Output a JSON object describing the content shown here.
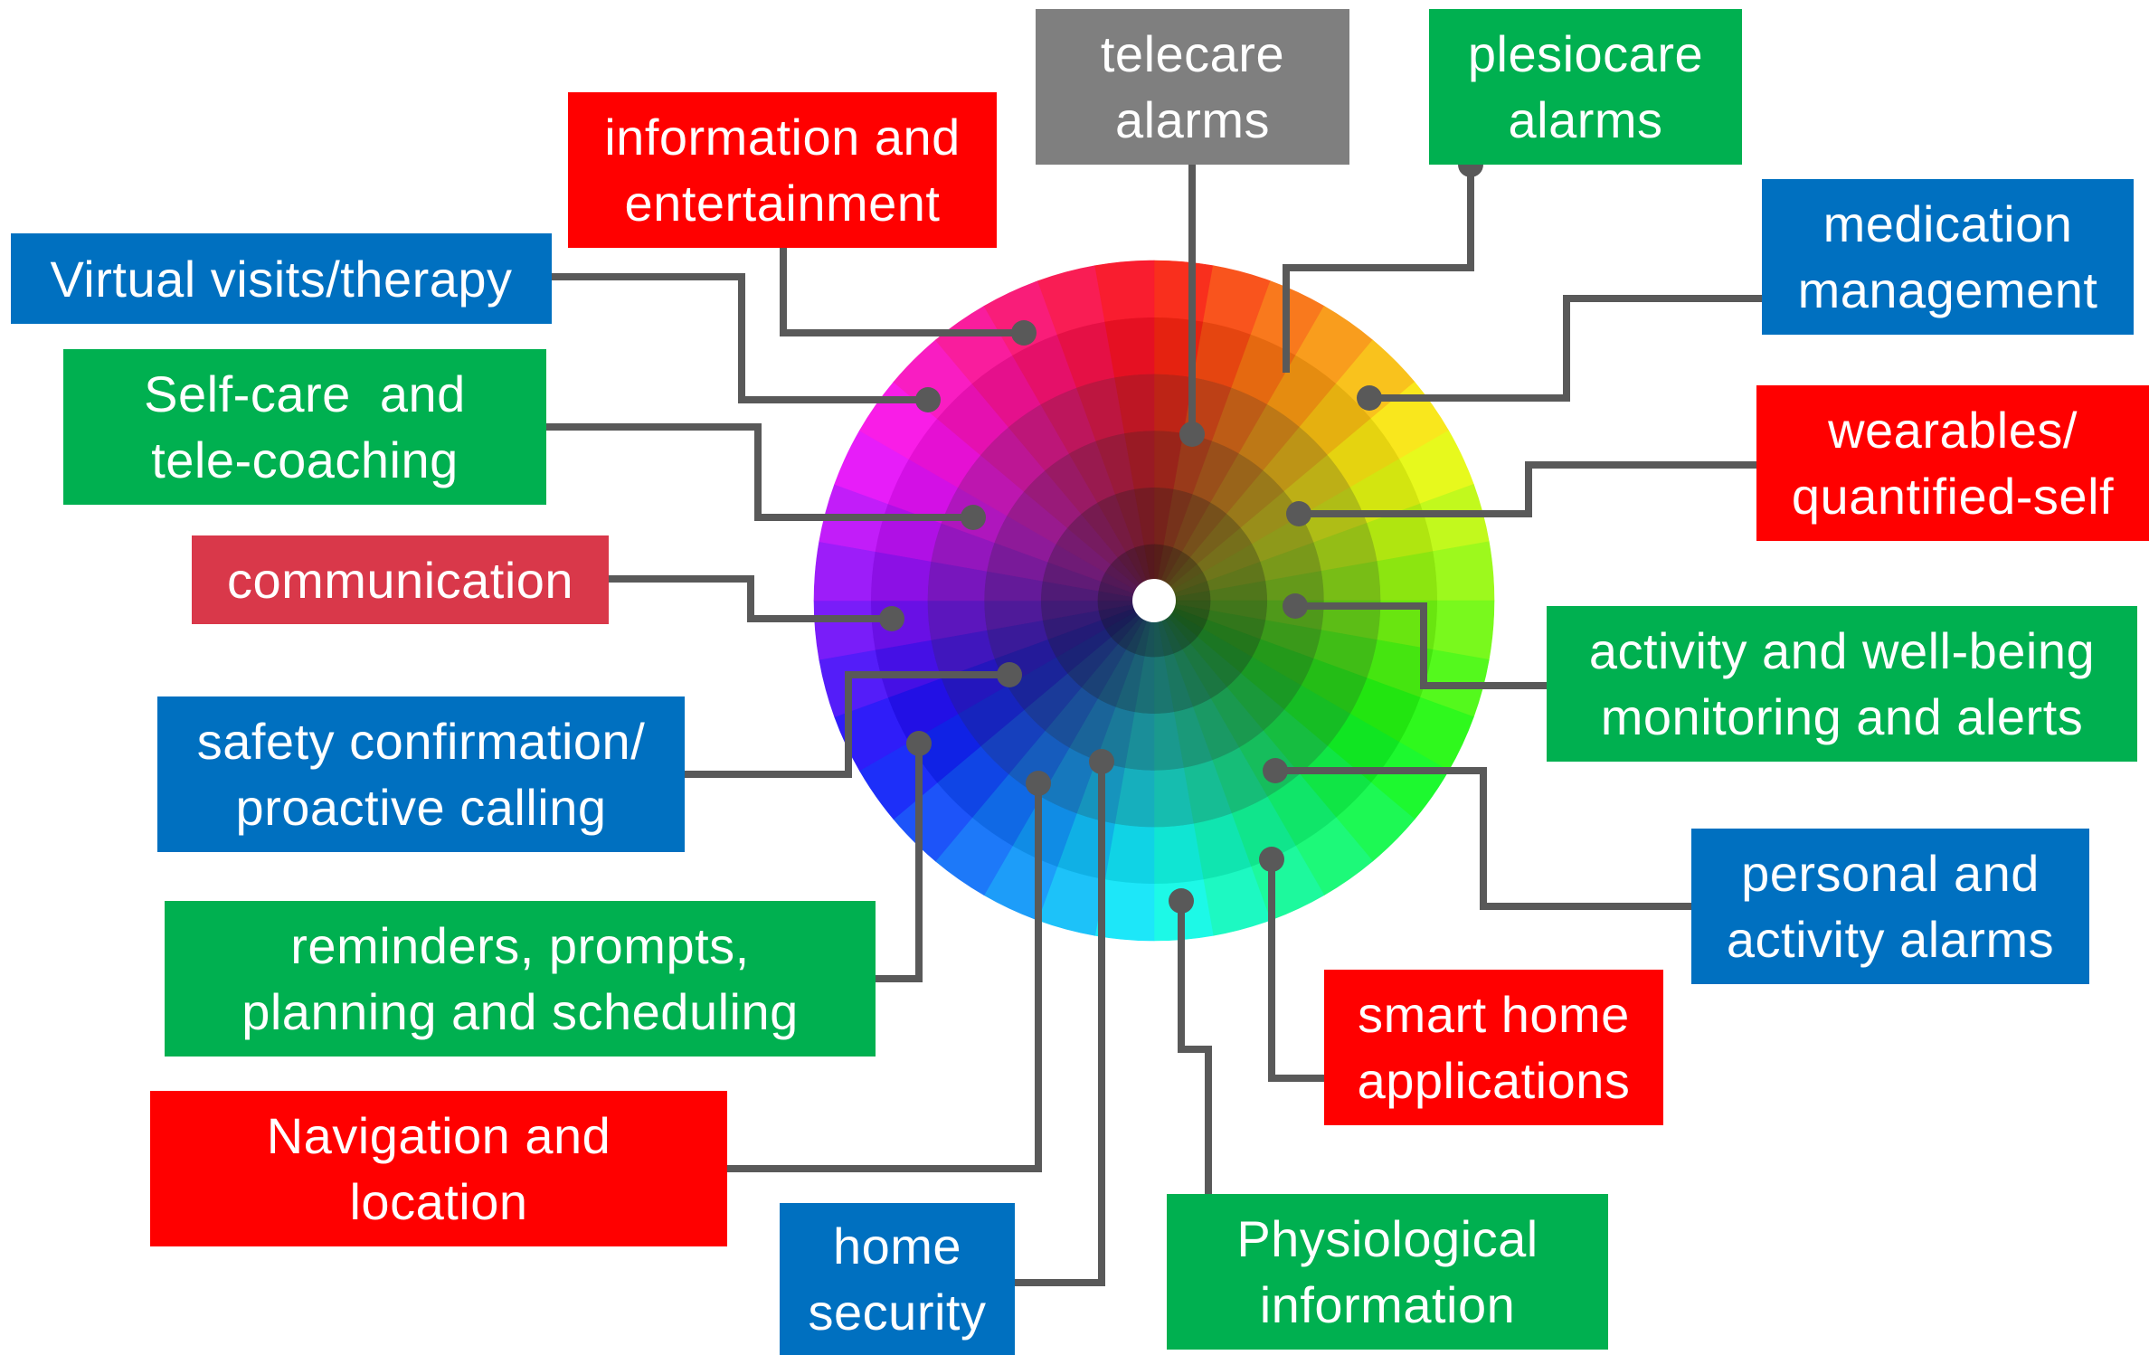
{
  "colors": {
    "green": "#00b050",
    "red": "#ff0000",
    "blue": "#0070c0",
    "gray": "#7f7f7f",
    "crimson": "#d9384a",
    "connector": "#595959"
  },
  "center_dot_icon": "white-circle",
  "labels": {
    "telecare_alarms": {
      "lines": [
        "telecare",
        "alarms"
      ],
      "color": "gray"
    },
    "plesiocare_alarms": {
      "lines": [
        "plesiocare",
        "alarms"
      ],
      "color": "green"
    },
    "information_entertainment": {
      "lines": [
        "information and",
        "entertainment"
      ],
      "color": "red"
    },
    "medication_management": {
      "lines": [
        "medication",
        "management"
      ],
      "color": "blue"
    },
    "virtual_visits": {
      "lines": [
        "Virtual visits/therapy"
      ],
      "color": "blue"
    },
    "self_care": {
      "lines": [
        "Self-care  and",
        "tele-coaching"
      ],
      "color": "green"
    },
    "wearables": {
      "lines": [
        "wearables/",
        "quantified-self"
      ],
      "color": "red"
    },
    "communication": {
      "lines": [
        "communication"
      ],
      "color": "crimson"
    },
    "activity_wellbeing": {
      "lines": [
        "activity and well-being",
        "monitoring and alerts"
      ],
      "color": "green"
    },
    "safety_confirmation": {
      "lines": [
        "safety confirmation/",
        "proactive calling"
      ],
      "color": "blue"
    },
    "personal_alarms": {
      "lines": [
        "personal and",
        "activity alarms"
      ],
      "color": "blue"
    },
    "reminders": {
      "lines": [
        "reminders, prompts,",
        "planning and scheduling"
      ],
      "color": "green"
    },
    "smart_home": {
      "lines": [
        "smart home",
        "applications"
      ],
      "color": "red"
    },
    "navigation": {
      "lines": [
        "Navigation and",
        "location"
      ],
      "color": "red"
    },
    "home_security": {
      "lines": [
        "home",
        "security"
      ],
      "color": "blue"
    },
    "physiological": {
      "lines": [
        "Physiological",
        "information"
      ],
      "color": "green"
    }
  }
}
